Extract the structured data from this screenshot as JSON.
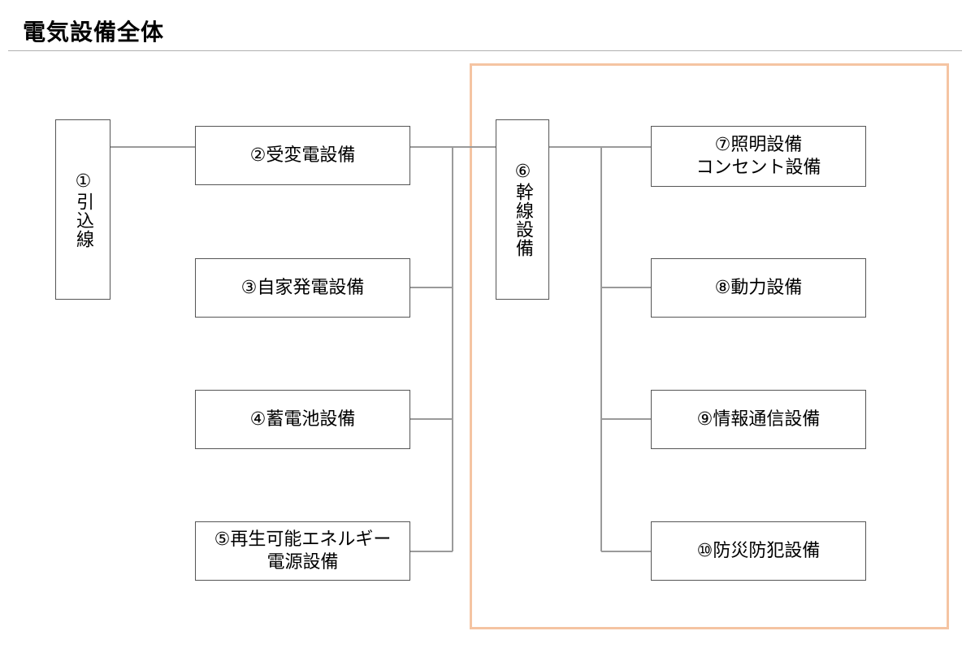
{
  "title": "電気設備全体",
  "nodes": {
    "n1": {
      "label": "①引込線"
    },
    "n2": {
      "label": "②受変電設備"
    },
    "n3": {
      "label": "③自家発電設備"
    },
    "n4": {
      "label": "④蓄電池設備"
    },
    "n5": {
      "lines": [
        "⑤再生可能エネルギー",
        "電源設備"
      ]
    },
    "n6": {
      "label": "⑥幹線設備"
    },
    "n7": {
      "lines": [
        "⑦照明設備",
        "コンセント設備"
      ]
    },
    "n8": {
      "label": "⑧動力設備"
    },
    "n9": {
      "label": "⑨情報通信設備"
    },
    "n10": {
      "label": "⑩防災防犯設備"
    }
  },
  "colors": {
    "highlight_border": "#f5c4a2",
    "connector": "#9a9a9a",
    "box_border": "#555555",
    "title_rule": "#b0b0b0"
  }
}
